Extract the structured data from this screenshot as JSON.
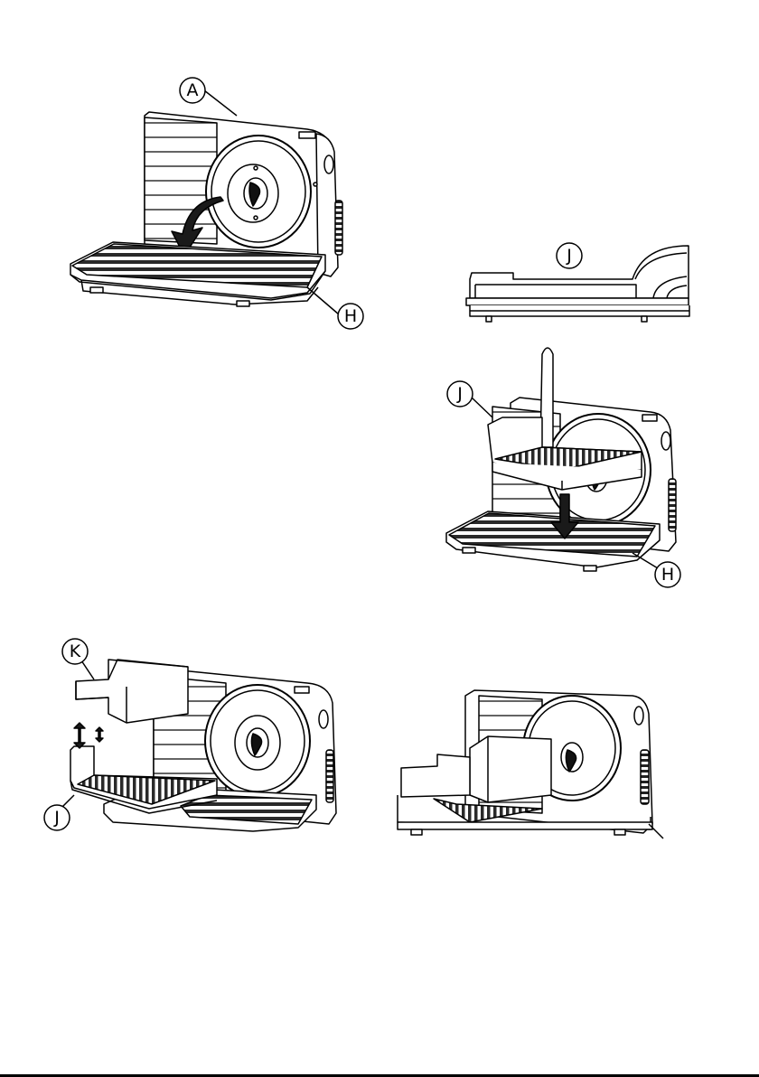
{
  "labels": {
    "fig1_blade": "A",
    "fig1_base": "H",
    "fig2_carriage": "J",
    "fig3_carriage": "J",
    "fig3_base": "H",
    "fig4_pusher": "K",
    "fig4_carriage": "J"
  }
}
